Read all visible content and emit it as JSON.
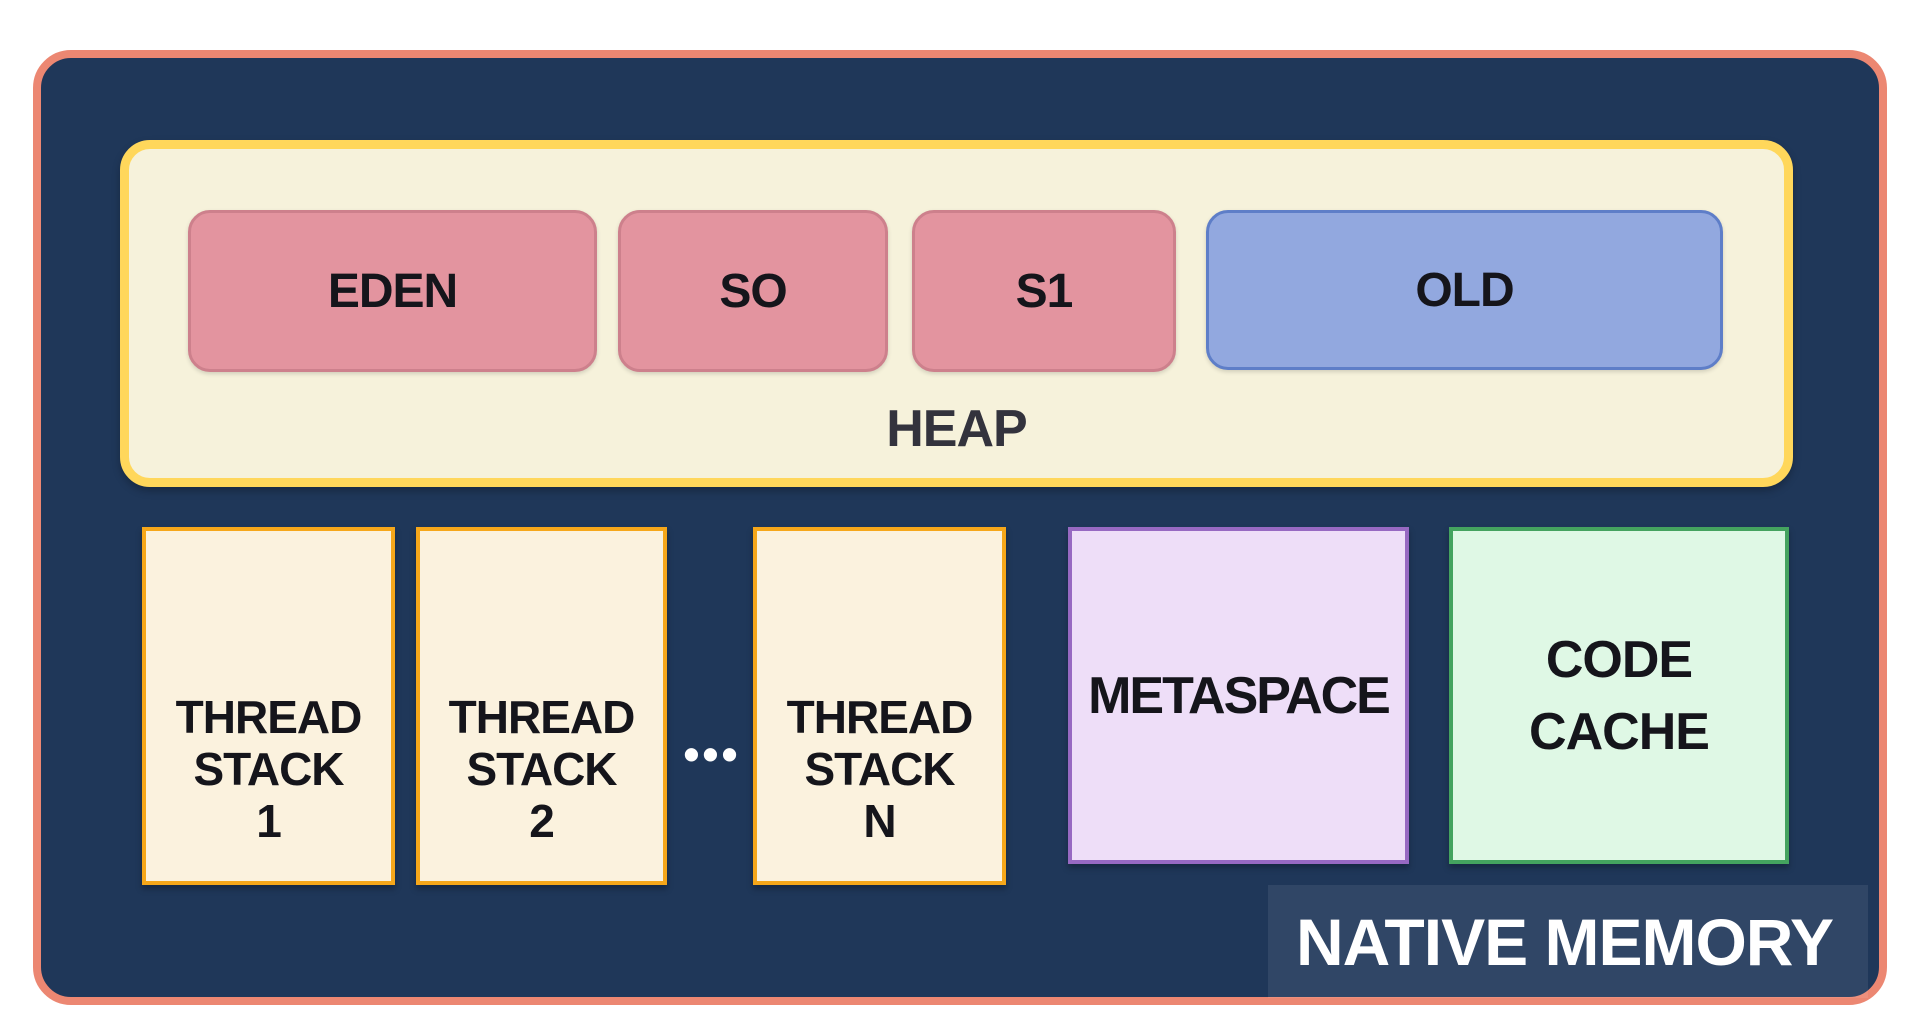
{
  "native_memory": {
    "label": "NATIVE MEMORY"
  },
  "heap": {
    "label": "HEAP",
    "regions": [
      {
        "id": "eden",
        "label": "EDEN"
      },
      {
        "id": "s0",
        "label": "SO"
      },
      {
        "id": "s1",
        "label": "S1"
      },
      {
        "id": "old",
        "label": "OLD"
      }
    ]
  },
  "thread_stacks": {
    "items": [
      {
        "lines": [
          "THREAD",
          "STACK",
          "1"
        ]
      },
      {
        "lines": [
          "THREAD",
          "STACK",
          "2"
        ]
      },
      {
        "lines": [
          "THREAD",
          "STACK",
          "N"
        ]
      }
    ],
    "ellipsis": "•••"
  },
  "metaspace": {
    "label": "METASPACE"
  },
  "code_cache": {
    "lines": [
      "CODE",
      "CACHE"
    ]
  },
  "colors": {
    "navy": "#1F3759",
    "navy-panel": "rgba(255,255,255,0.08)",
    "salmon": "#EC8772",
    "heap-bg": "#F6F2DB",
    "heap-border": "#FFD75B",
    "young-bg": "#E3949F",
    "young-border": "#CD808C",
    "old-bg": "#92A8DF",
    "old-border": "#5E7EC8",
    "stack-bg": "#FBF2DE",
    "stack-border": "#F6A71A",
    "meta-bg": "#EEDEF8",
    "meta-border": "#9769C2",
    "code-bg": "#DFF8E5",
    "code-border": "#44A35F",
    "text-dark": "#15151B",
    "text-heap": "#33333D",
    "text-light": "#FFFFFF",
    "strip": "#FFFFFF"
  }
}
